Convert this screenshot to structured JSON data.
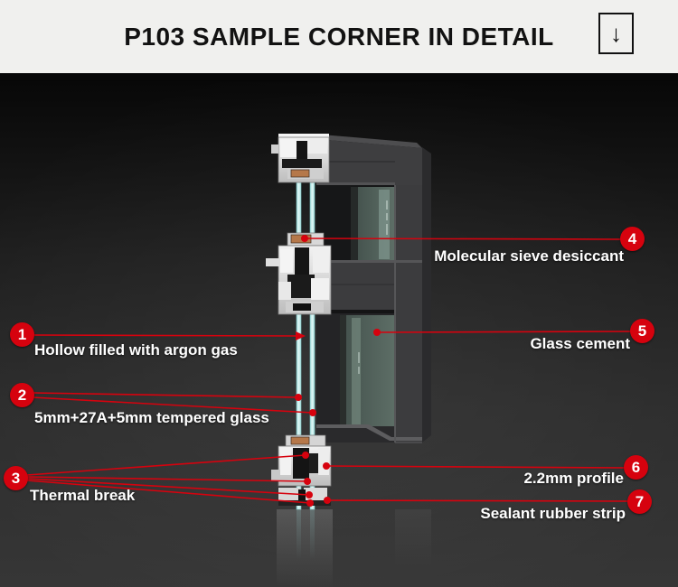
{
  "header": {
    "title": "P103 SAMPLE CORNER IN DETAIL",
    "download_arrow_glyph": "↓"
  },
  "colors": {
    "accent_red": "#d6020e",
    "header_bg": "#f0f0ee",
    "stage_bg_top": "#090909",
    "stage_bg_bottom": "#363636",
    "label_text": "#ffffff",
    "title_text": "#121212",
    "glass_cyan": "#cdeeee",
    "frame_dark_gray": "#3e3e40",
    "aluminum_light": "#e8e8e8",
    "desiccant_orange": "#b5784a"
  },
  "illustration": {
    "subject": "aluminum window corner sample 3D render",
    "parts": [
      "aluminum profile cross-sections",
      "double glass panes",
      "dark window frame",
      "floor reflection"
    ]
  },
  "callouts": [
    {
      "num": "1",
      "label": "Hollow filled with argon gas"
    },
    {
      "num": "2",
      "label": "5mm+27A+5mm tempered glass"
    },
    {
      "num": "3",
      "label": "Thermal break"
    },
    {
      "num": "4",
      "label": "Molecular sieve desiccant"
    },
    {
      "num": "5",
      "label": "Glass cement"
    },
    {
      "num": "6",
      "label": "2.2mm profile"
    },
    {
      "num": "7",
      "label": "Sealant rubber strip"
    }
  ]
}
